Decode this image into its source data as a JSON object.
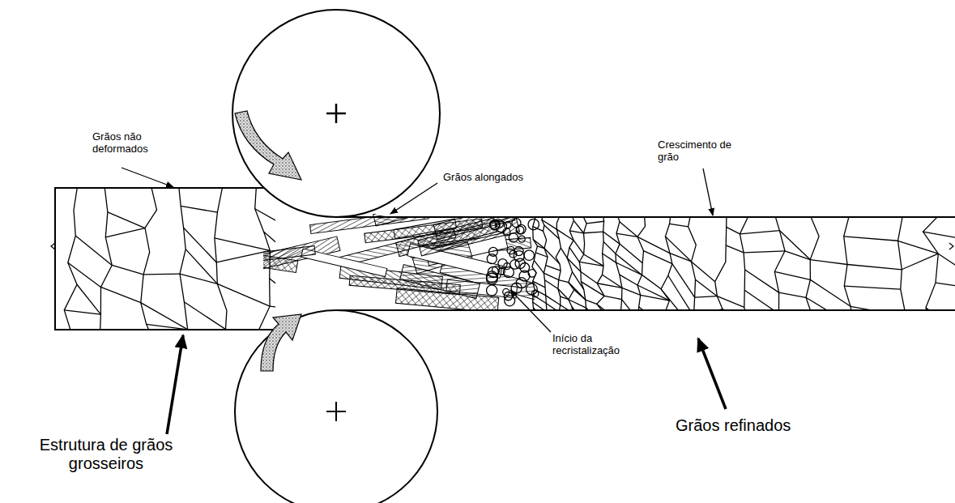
{
  "diagram": {
    "labels": [
      "Grãos não deformados",
      "Grãos alongados",
      "Crescimento de grão",
      "Início da recristalização",
      "Estrutura de grãos grosseiros",
      "Grãos refinados"
    ]
  }
}
